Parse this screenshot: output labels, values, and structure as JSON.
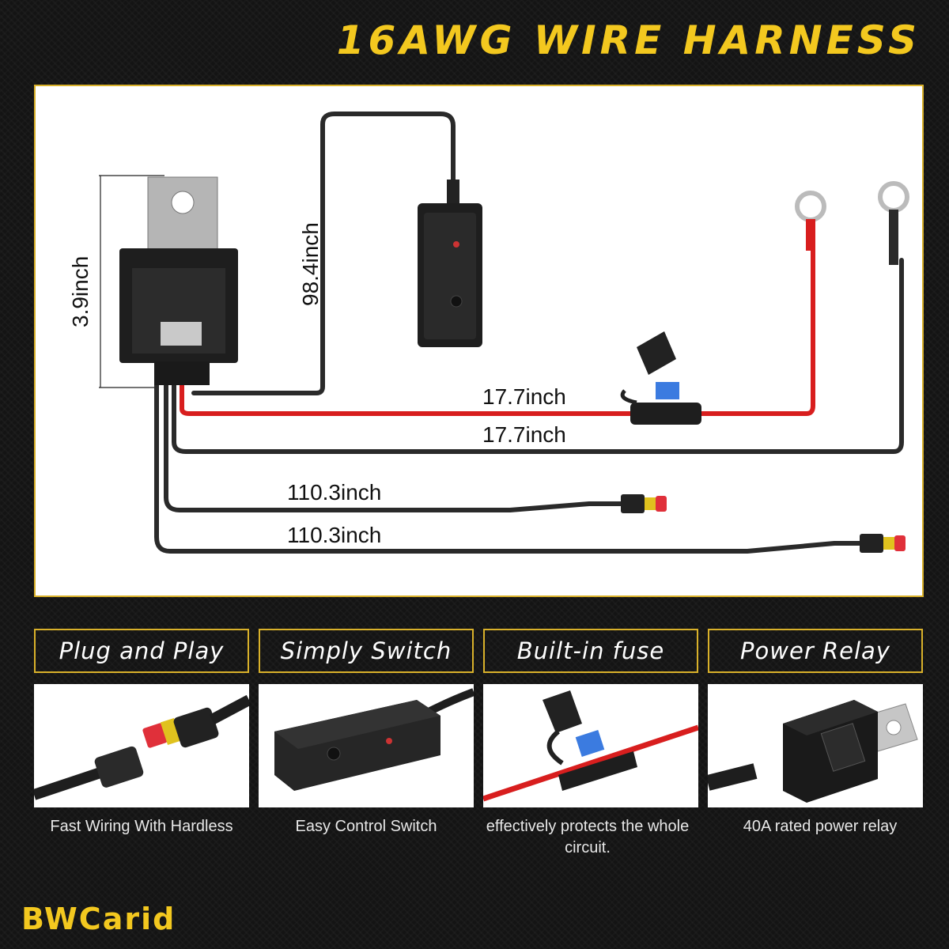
{
  "header": {
    "title": "16AWG WIRE HARNESS"
  },
  "diagram": {
    "relay_height": "3.9inch",
    "switch_wire_length": "98.4inch",
    "red_wire_length": "17.7inch",
    "black_wire_length": "17.7inch",
    "connector_wire_1_length": "110.3inch",
    "connector_wire_2_length": "110.3inch"
  },
  "features": [
    {
      "label": "Plug and Play",
      "caption": "Fast Wiring With Hardless"
    },
    {
      "label": "Simply Switch",
      "caption": "Easy Control Switch"
    },
    {
      "label": "Built-in fuse",
      "caption": "effectively protects the whole circuit."
    },
    {
      "label": "Power Relay",
      "caption": "40A rated power relay"
    }
  ],
  "brand": {
    "name": "BWCarid"
  },
  "colors": {
    "accent": "#f3c81f",
    "red_wire": "#d81e1e",
    "black_wire": "#2a2a2a"
  }
}
